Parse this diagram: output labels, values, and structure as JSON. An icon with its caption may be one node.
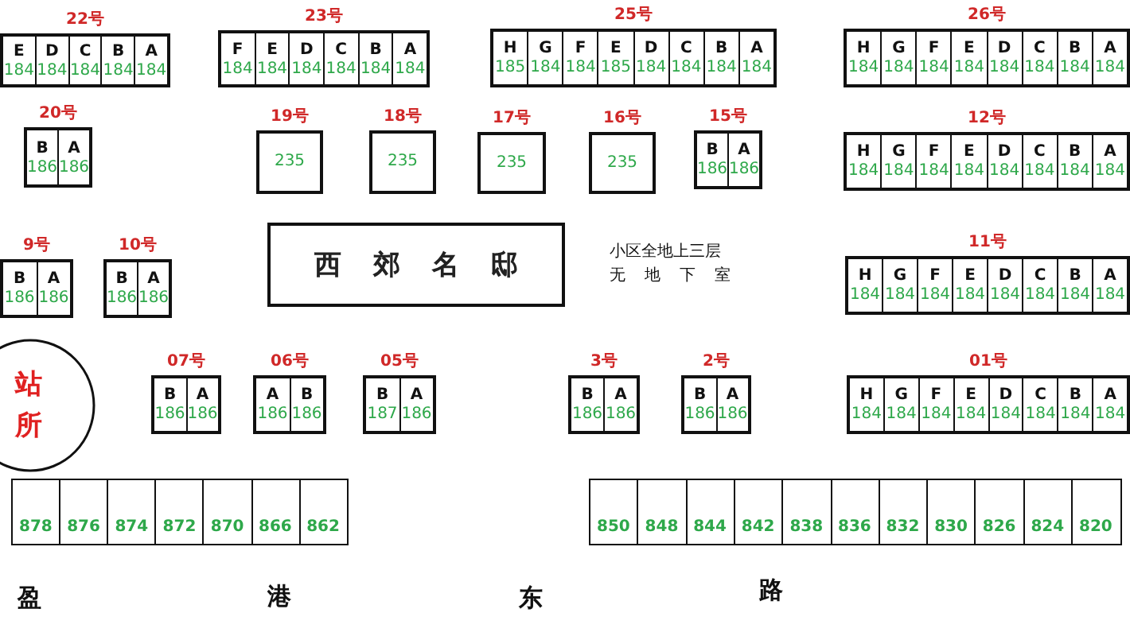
{
  "diagram": {
    "nodes": [
      {
        "text": [
          "22号"
        ]
      },
      {
        "text": [
          "E",
          "184"
        ],
        "in": 0
      },
      {
        "text": [
          "D",
          "184"
        ],
        "in": 0
      },
      {
        "text": [
          "C",
          "184"
        ],
        "in": 0
      },
      {
        "text": [
          "B",
          "184"
        ],
        "in": 0
      },
      {
        "text": [
          "A",
          "184"
        ],
        "in": 0
      },
      {
        "text": [
          "23号"
        ]
      },
      {
        "text": [
          "F",
          "184"
        ],
        "in": 6
      },
      {
        "text": [
          "E",
          "184"
        ],
        "in": 6
      },
      {
        "text": [
          "D",
          "184"
        ],
        "in": 6
      },
      {
        "text": [
          "C",
          "184"
        ],
        "in": 6
      },
      {
        "text": [
          "B",
          "184"
        ],
        "in": 6
      },
      {
        "text": [
          "A",
          "184"
        ],
        "in": 6
      },
      {
        "text": [
          "25号"
        ]
      },
      {
        "text": [
          "H",
          "185"
        ],
        "in": 13
      },
      {
        "text": [
          "G",
          "184"
        ],
        "in": 13
      },
      {
        "text": [
          "F",
          "184"
        ],
        "in": 13
      },
      {
        "text": [
          "E",
          "185"
        ],
        "in": 13
      },
      {
        "text": [
          "D",
          "184"
        ],
        "in": 13
      },
      {
        "text": [
          "C",
          "184"
        ],
        "in": 13
      },
      {
        "text": [
          "B",
          "184"
        ],
        "in": 13
      },
      {
        "text": [
          "A",
          "184"
        ],
        "in": 13
      },
      {
        "text": [
          "26号"
        ]
      },
      {
        "text": [
          "H",
          "184"
        ],
        "in": 22
      },
      {
        "text": [
          "G",
          "184"
        ],
        "in": 22
      },
      {
        "text": [
          "F",
          "184"
        ],
        "in": 22
      },
      {
        "text": [
          "E",
          "184"
        ],
        "in": 22
      },
      {
        "text": [
          "D",
          "184"
        ],
        "in": 22
      },
      {
        "text": [
          "C",
          "184"
        ],
        "in": 22
      },
      {
        "text": [
          "B",
          "184"
        ],
        "in": 22
      },
      {
        "text": [
          "A",
          "184"
        ],
        "in": 22
      },
      {
        "text": [
          "20号"
        ]
      },
      {
        "text": [
          "B",
          "186"
        ],
        "in": 31
      },
      {
        "text": [
          "A",
          "186"
        ],
        "in": 31
      },
      {
        "text": [
          "19号",
          "235"
        ]
      },
      {
        "text": [
          "18号",
          "235"
        ]
      },
      {
        "text": [
          "17号",
          "235"
        ]
      },
      {
        "text": [
          "16号",
          "235"
        ]
      },
      {
        "text": [
          "15号"
        ]
      },
      {
        "text": [
          "B",
          "186"
        ],
        "in": 38
      },
      {
        "text": [
          "A",
          "186"
        ],
        "in": 38
      },
      {
        "text": [
          "12号"
        ]
      },
      {
        "text": [
          "H",
          "184"
        ],
        "in": 41
      },
      {
        "text": [
          "G",
          "184"
        ],
        "in": 41
      },
      {
        "text": [
          "F",
          "184"
        ],
        "in": 41
      },
      {
        "text": [
          "E",
          "184"
        ],
        "in": 41
      },
      {
        "text": [
          "D",
          "184"
        ],
        "in": 41
      },
      {
        "text": [
          "C",
          "184"
        ],
        "in": 41
      },
      {
        "text": [
          "B",
          "184"
        ],
        "in": 41
      },
      {
        "text": [
          "A",
          "184"
        ],
        "in": 41
      },
      {
        "text": [
          "西郊名邸"
        ]
      },
      {
        "text": [
          "9号"
        ]
      },
      {
        "text": [
          "B",
          "186"
        ],
        "in": 51
      },
      {
        "text": [
          "A",
          "186"
        ],
        "in": 51
      },
      {
        "text": [
          "10号"
        ]
      },
      {
        "text": [
          "B",
          "186"
        ],
        "in": 54
      },
      {
        "text": [
          "A",
          "186"
        ],
        "in": 54
      },
      {
        "text": [
          "11号"
        ]
      },
      {
        "text": [
          "H",
          "184"
        ],
        "in": 57
      },
      {
        "text": [
          "G",
          "184"
        ],
        "in": 57
      },
      {
        "text": [
          "F",
          "184"
        ],
        "in": 57
      },
      {
        "text": [
          "E",
          "184"
        ],
        "in": 57
      },
      {
        "text": [
          "D",
          "184"
        ],
        "in": 57
      },
      {
        "text": [
          "C",
          "184"
        ],
        "in": 57
      },
      {
        "text": [
          "B",
          "184"
        ],
        "in": 57
      },
      {
        "text": [
          "A",
          "184"
        ],
        "in": 57
      },
      {
        "text": [
          "站所"
        ]
      },
      {
        "text": [
          "07号"
        ]
      },
      {
        "text": [
          "B",
          "186"
        ],
        "in": 67
      },
      {
        "text": [
          "A",
          "186"
        ],
        "in": 67
      },
      {
        "text": [
          "06号"
        ]
      },
      {
        "text": [
          "A",
          "186"
        ],
        "in": 70
      },
      {
        "text": [
          "B",
          "186"
        ],
        "in": 70
      },
      {
        "text": [
          "05号"
        ]
      },
      {
        "text": [
          "B",
          "187"
        ],
        "in": 73
      },
      {
        "text": [
          "A",
          "186"
        ],
        "in": 73
      },
      {
        "text": [
          "3号"
        ]
      },
      {
        "text": [
          "B",
          "186"
        ],
        "in": 76
      },
      {
        "text": [
          "A",
          "186"
        ],
        "in": 76
      },
      {
        "text": [
          "2号"
        ]
      },
      {
        "text": [
          "B",
          "186"
        ],
        "in": 79
      },
      {
        "text": [
          "A",
          "186"
        ],
        "in": 79
      },
      {
        "text": [
          "01号"
        ]
      },
      {
        "text": [
          "H",
          "184"
        ],
        "in": 82
      },
      {
        "text": [
          "G",
          "184"
        ],
        "in": 82
      },
      {
        "text": [
          "F",
          "184"
        ],
        "in": 82
      },
      {
        "text": [
          "E",
          "184"
        ],
        "in": 82
      },
      {
        "text": [
          "D",
          "184"
        ],
        "in": 82
      },
      {
        "text": [
          "C",
          "184"
        ],
        "in": 82
      },
      {
        "text": [
          "B",
          "184"
        ],
        "in": 82
      },
      {
        "text": [
          "A",
          "184"
        ],
        "in": 82
      },
      {
        "text": [
          "878"
        ]
      },
      {
        "text": [
          "876"
        ]
      },
      {
        "text": [
          "874"
        ]
      },
      {
        "text": [
          "872"
        ]
      },
      {
        "text": [
          "870"
        ]
      },
      {
        "text": [
          "866"
        ]
      },
      {
        "text": [
          "862"
        ]
      },
      {
        "text": [
          "850"
        ]
      },
      {
        "text": [
          "848"
        ]
      },
      {
        "text": [
          "844"
        ]
      },
      {
        "text": [
          "842"
        ]
      },
      {
        "text": [
          "838"
        ]
      },
      {
        "text": [
          "836"
        ]
      },
      {
        "text": [
          "832"
        ]
      },
      {
        "text": [
          "830"
        ]
      },
      {
        "text": [
          "826"
        ]
      },
      {
        "text": [
          "824"
        ]
      },
      {
        "text": [
          "820"
        ]
      }
    ],
    "labels": [
      "小区全地上三层",
      "无地下室",
      "盈",
      "港",
      "东",
      "路"
    ]
  }
}
